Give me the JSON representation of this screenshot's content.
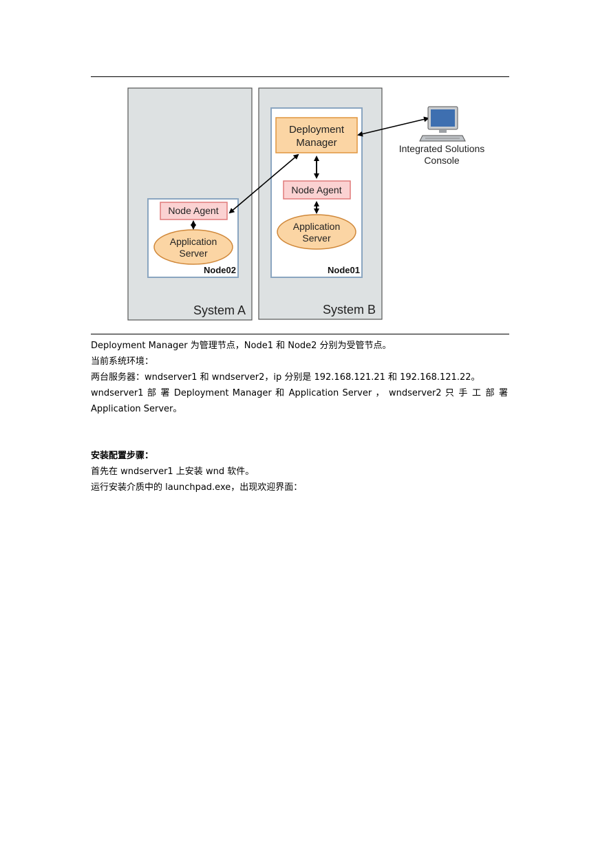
{
  "diagram": {
    "system_a_label": "System A",
    "system_b_label": "System B",
    "node01_label": "Node01",
    "node02_label": "Node02",
    "deployment_manager_line1": "Deployment",
    "deployment_manager_line2": "Manager",
    "node_agent_b": "Node Agent",
    "node_agent_a": "Node Agent",
    "app_server_b_line1": "Application",
    "app_server_b_line2": "Server",
    "app_server_a_line1": "Application",
    "app_server_a_line2": "Server",
    "console_line1": "Integrated Solutions",
    "console_line2": "Console",
    "colors": {
      "system_bg": "#dde1e2",
      "node_bg": "#ffffff",
      "dm_fill": "#fbd5a4",
      "dm_border": "#e0953f",
      "agent_fill": "#fbd2d2",
      "agent_border": "#e07a7a",
      "server_fill": "#fbd5a4",
      "server_border": "#d0883a",
      "node_border": "#8aa5c0"
    },
    "icons": [
      "computer-monitor-icon"
    ]
  },
  "paragraphs": {
    "line1": "Deployment Manager 为管理节点，Node1 和 Node2 分别为受管节点。",
    "line2": "当前系统环境：",
    "line3": "两台服务器：wndserver1 和 wndserver2，ip 分别是 192.168.121.21 和 192.168.121.22。",
    "line4": "wndserver1 部 署 Deployment Manager 和 Application Server ， wndserver2 只 手 工 部 署",
    "line5": "Application Server。"
  },
  "steps": {
    "heading": "安装配置步骤：",
    "line1": "首先在 wndserver1 上安装 wnd 软件。",
    "line2": "运行安装介质中的 launchpad.exe，出现欢迎界面："
  }
}
